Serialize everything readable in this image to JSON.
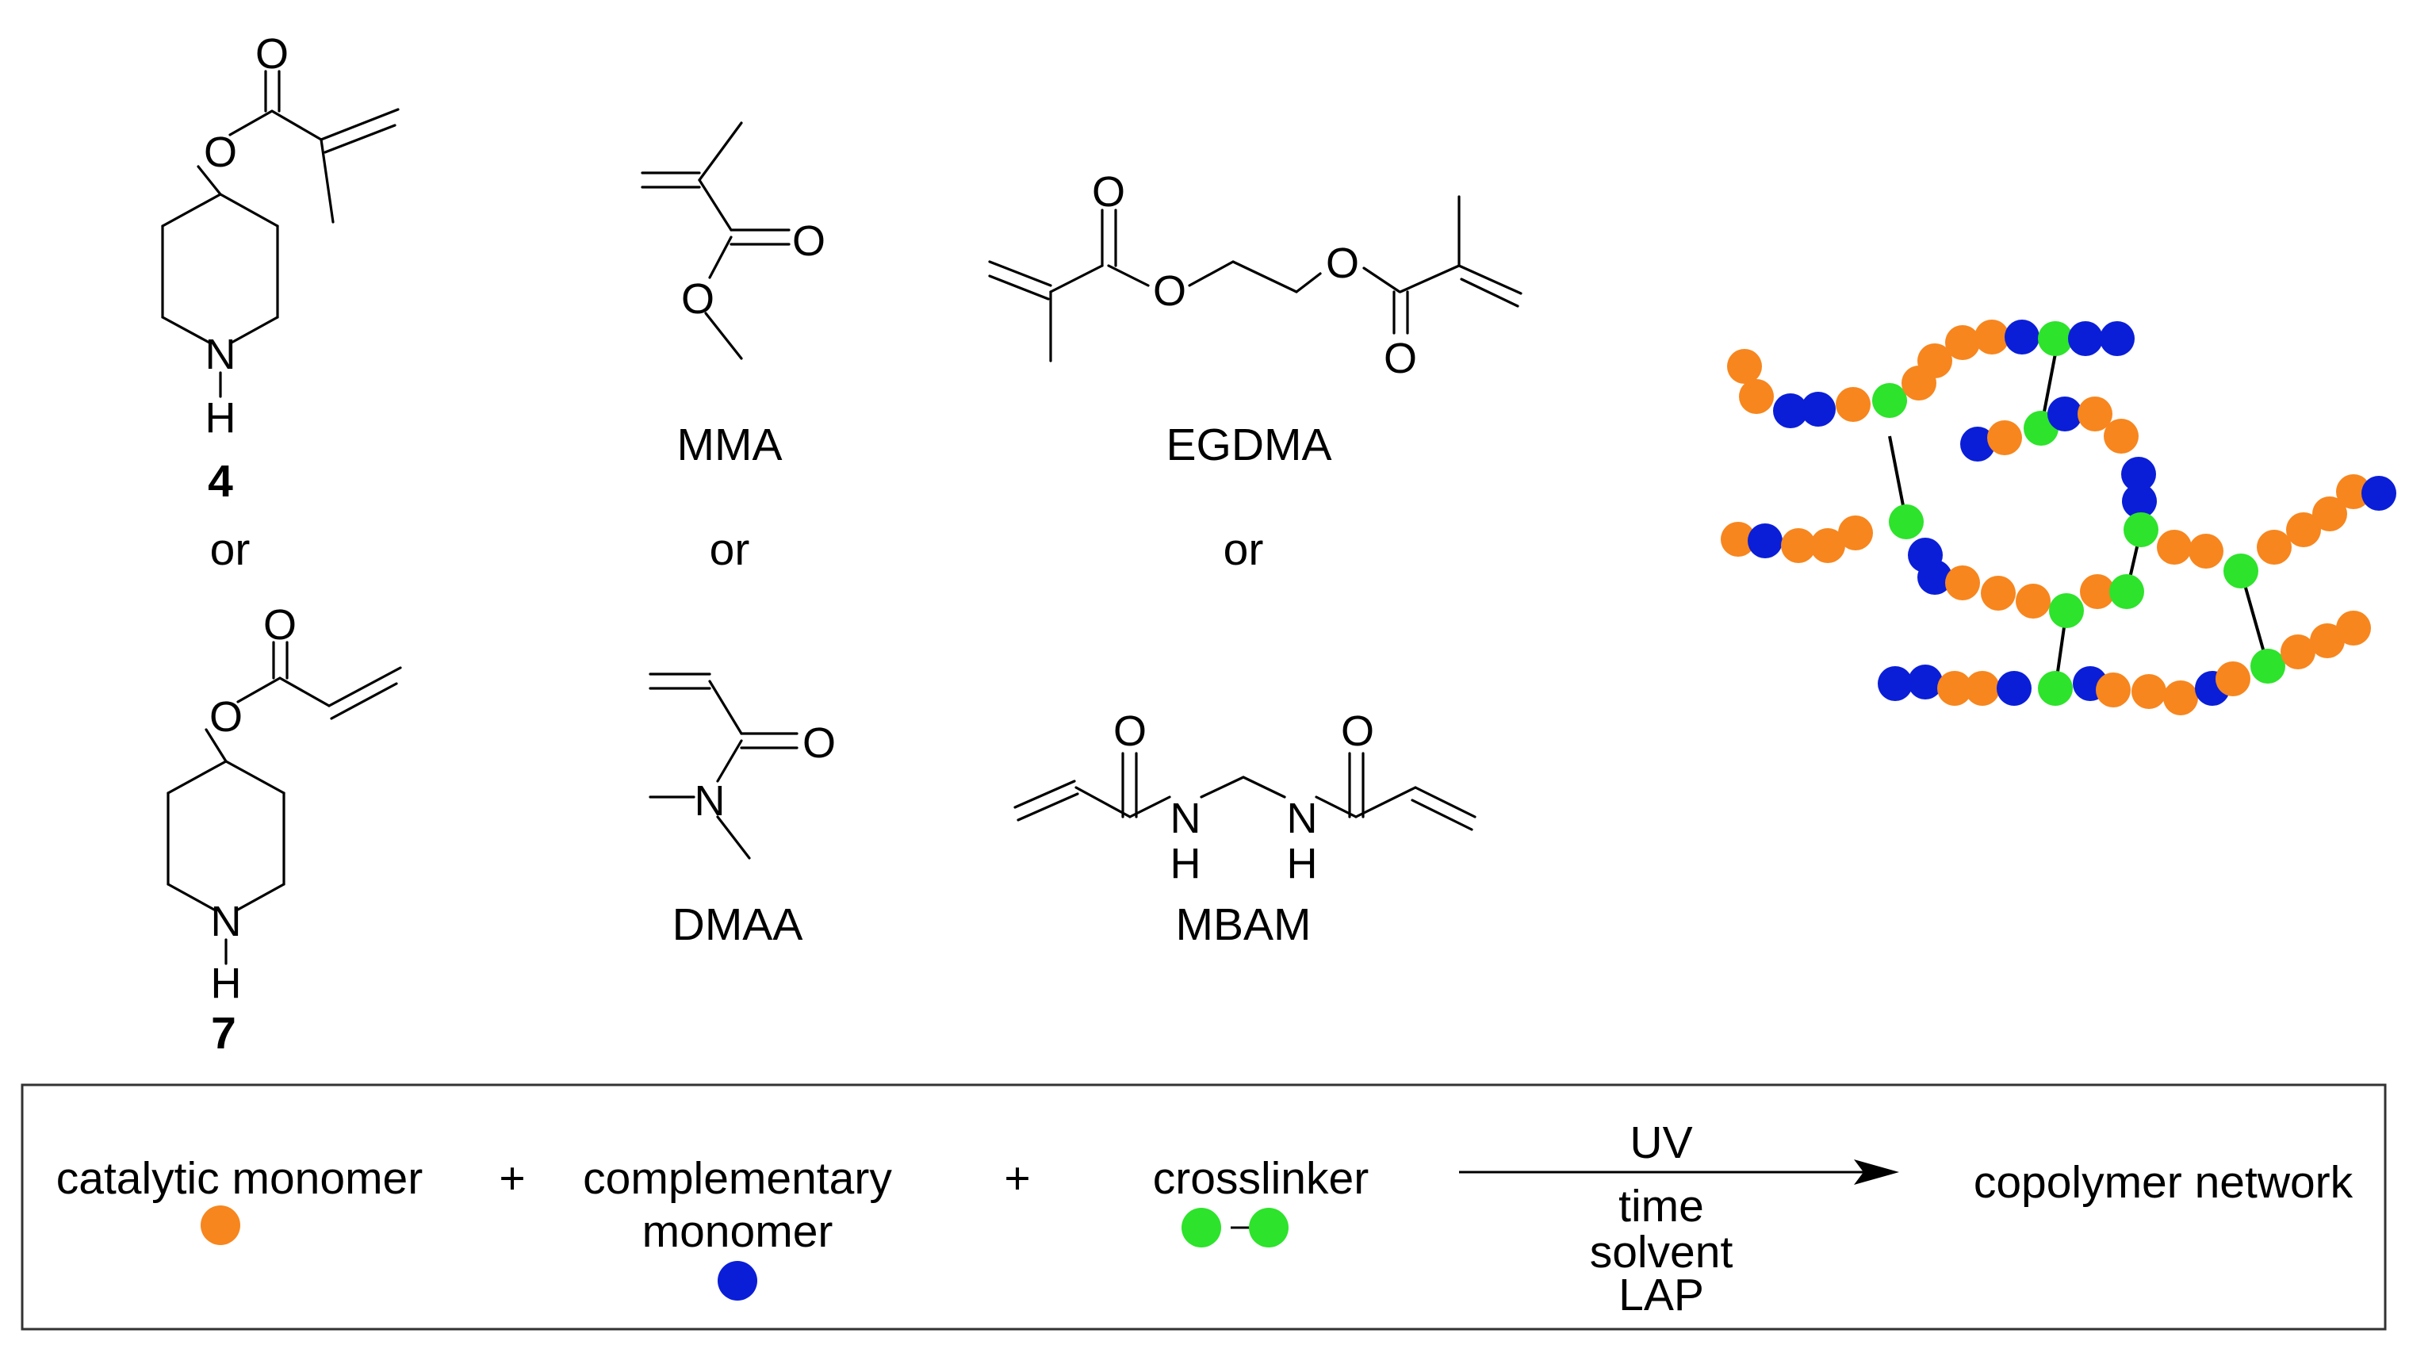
{
  "structures": {
    "compound_4": {
      "label": "4",
      "atoms": {
        "o_carbonyl": "O",
        "o_ester": "O",
        "n": "N",
        "h": "H"
      }
    },
    "compound_7": {
      "label": "7",
      "atoms": {
        "o_carbonyl": "O",
        "o_ester": "O",
        "n": "N",
        "h": "H"
      }
    },
    "mma": {
      "label": "MMA",
      "atoms": {
        "o_carbonyl": "O",
        "o_ester": "O"
      }
    },
    "dmaa": {
      "label": "DMAA",
      "atoms": {
        "o_carbonyl": "O",
        "n": "N"
      }
    },
    "egdma": {
      "label": "EGDMA",
      "atoms": {
        "o_carbonyl_1": "O",
        "o_ester_1": "O",
        "o_ester_2": "O",
        "o_carbonyl_2": "O"
      }
    },
    "mbam": {
      "label": "MBAM",
      "atoms": {
        "o_carbonyl_1": "O",
        "o_carbonyl_2": "O",
        "n_1": "N",
        "h_1": "H",
        "n_2": "N",
        "h_2": "H"
      }
    }
  },
  "or_labels": {
    "col1": "or",
    "col2": "or",
    "col3": "or"
  },
  "legend": {
    "catalytic": "catalytic monomer",
    "plus1": "+",
    "complementary_line1": "complementary",
    "complementary_line2": "monomer",
    "plus2": "+",
    "crosslinker": "crosslinker",
    "arrow_above": "UV",
    "arrow_below_1": "time",
    "arrow_below_2": "solvent",
    "arrow_below_3": "LAP",
    "product": "copolymer network"
  },
  "colors": {
    "catalytic_monomer": "#f7861e",
    "complementary_monomer": "#0a1ed8",
    "crosslinker": "#2de32b"
  }
}
